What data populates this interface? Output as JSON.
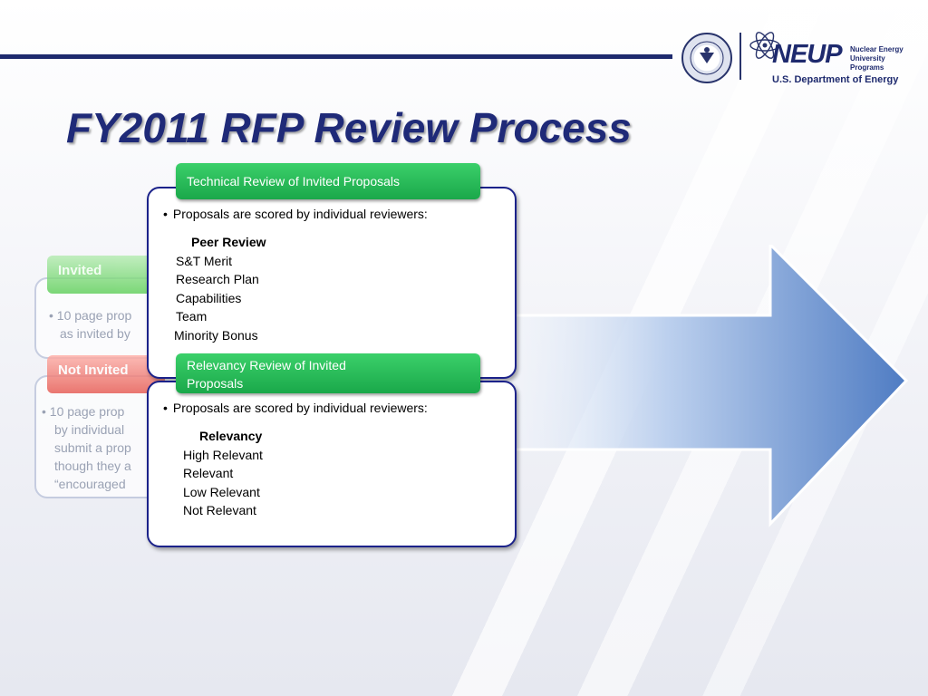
{
  "slide": {
    "title": "FY2011 RFP Review Process",
    "logo": {
      "brand": "NEUP",
      "subtitle_line1": "Nuclear Energy",
      "subtitle_line2": "University Programs",
      "department": "U.S. Department of Energy"
    },
    "back_cards": {
      "invited": {
        "label": "Invited",
        "text_line1": "• 10 page prop",
        "text_line2": "as invited by"
      },
      "not_invited": {
        "label": "Not Invited",
        "text_line1": "• 10 page prop",
        "text_line2": "by  individual",
        "text_line3": "submit a prop",
        "text_line4": "though they a",
        "text_line5": "“encouraged"
      }
    },
    "technical_review": {
      "tab_label": "Technical Review of Invited Proposals",
      "bullet": "Proposals are scored by individual reviewers:",
      "heading": "Peer Review",
      "items": [
        "S&T Merit",
        "Research Plan",
        "Capabilities",
        "Team",
        "Minority Bonus"
      ]
    },
    "relevancy_review": {
      "tab_label_line1": "Relevancy Review of  Invited",
      "tab_label_line2": "Proposals",
      "bullet": "Proposals are scored by individual reviewers:",
      "heading": "Relevancy",
      "items": [
        "High Relevant",
        "Relevant",
        "Low Relevant",
        "Not Relevant"
      ]
    },
    "colors": {
      "title": "#1f2a78",
      "accent_blue": "#1b228a",
      "tab_green": "#1aa84a",
      "invited_green": "#5fcf5a",
      "not_invited_red": "#e65a52",
      "arrow_blue": "#5b86c9"
    }
  }
}
